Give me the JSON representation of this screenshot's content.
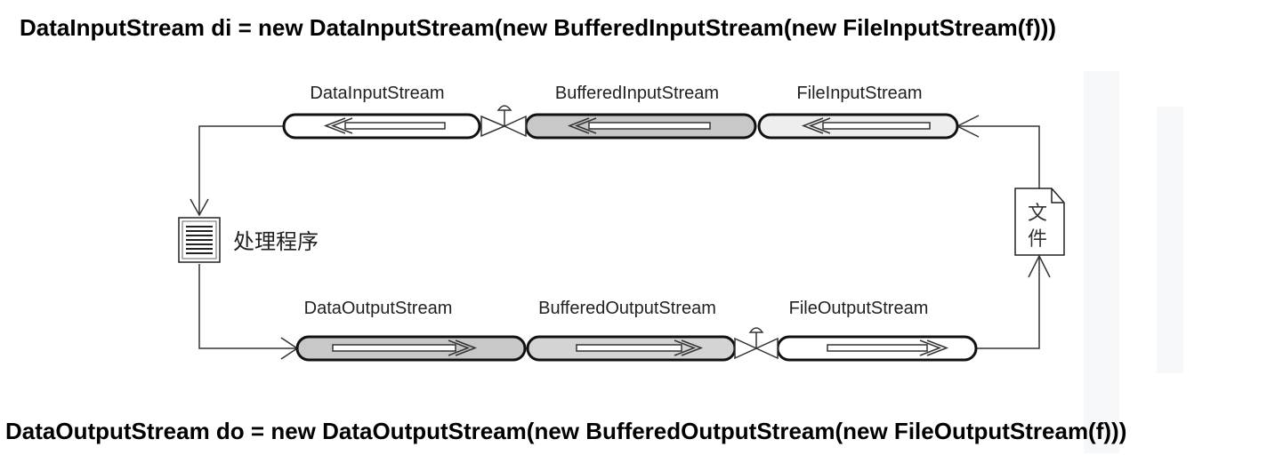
{
  "code": {
    "input_line": "DataInputStream di = new DataInputStream(new BufferedInputStream(new FileInputStream(f)))",
    "output_line": "DataOutputStream do = new DataOutputStream(new BufferedOutputStream(new FileOutputStream(f)))"
  },
  "diagram": {
    "input_streams": [
      {
        "label": "DataInputStream",
        "fill": "#ffffff"
      },
      {
        "label": "BufferedInputStream",
        "fill": "#c8c8c8"
      },
      {
        "label": "FileInputStream",
        "fill": "#eeeeee"
      }
    ],
    "output_streams": [
      {
        "label": "DataOutputStream",
        "fill": "#c8c8c8"
      },
      {
        "label": "BufferedOutputStream",
        "fill": "#d4d4d4"
      },
      {
        "label": "FileOutputStream",
        "fill": "#ffffff"
      }
    ],
    "program_label": "处理程序",
    "file_label_1": "文",
    "file_label_2": "件"
  }
}
